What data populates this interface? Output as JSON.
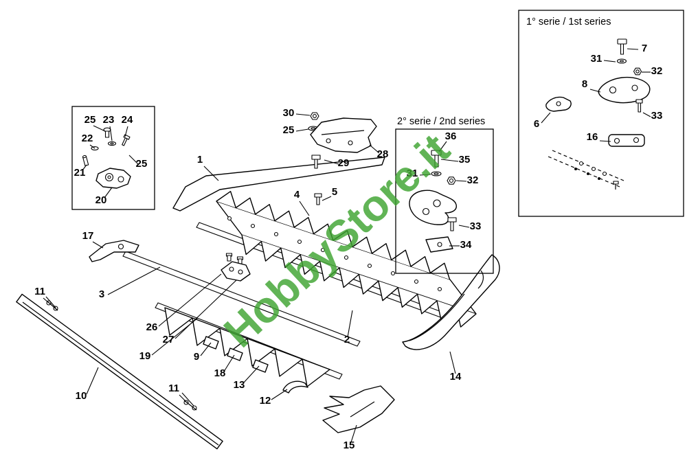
{
  "watermark": {
    "text": "HobbyStore.it",
    "color": "#3fa431"
  },
  "insets": {
    "first_series": {
      "label": "1° serie / 1st series"
    },
    "second_series": {
      "label": "2° serie / 2nd series"
    }
  },
  "labels": {
    "box_left": [
      "25",
      "23",
      "24",
      "22",
      "21",
      "20",
      "25"
    ],
    "top": [
      "30",
      "25",
      "28",
      "29",
      "1",
      "4",
      "5"
    ],
    "main": [
      "17",
      "11",
      "3",
      "26",
      "27",
      "19",
      "9",
      "18",
      "13",
      "12",
      "10",
      "11",
      "2",
      "14",
      "15"
    ],
    "box_second": [
      "36",
      "35",
      "31",
      "32",
      "33",
      "34"
    ],
    "box_first": [
      "7",
      "31",
      "32",
      "8",
      "33",
      "6",
      "16"
    ]
  },
  "colors": {
    "line": "#000000",
    "background": "#ffffff"
  }
}
